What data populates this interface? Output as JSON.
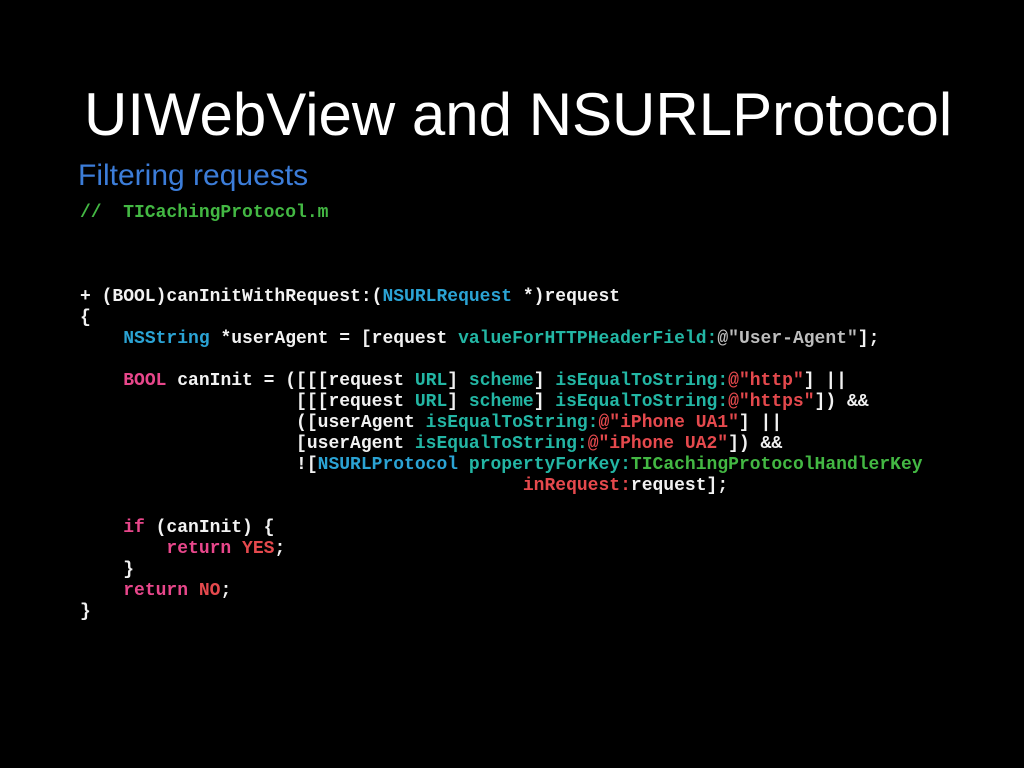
{
  "title": "UIWebView and NSURLProtocol",
  "subtitle": "Filtering requests",
  "colors": {
    "background": "#000000",
    "title": "#ffffff",
    "subtitle": "#3c7dd9",
    "comment": "#43b843",
    "classname": "#2ba3d4",
    "method": "#23b6a4",
    "string": "#e5494d",
    "keyword": "#e8478b",
    "constant": "#43b843",
    "plain": "#f2f2f2",
    "muted": "#bdbdbd"
  },
  "code": {
    "language": "objective-c",
    "filename_comment": "//  TICachingProtocol.m",
    "lines": [
      [
        [
          "comment",
          "//  TICachingProtocol.m"
        ]
      ],
      [],
      [],
      [],
      [
        [
          "plain",
          "+ (BOOL)canInitWithRequest:("
        ],
        [
          "classname",
          "NSURLRequest"
        ],
        [
          "plain",
          " *)request"
        ]
      ],
      [
        [
          "plain",
          "{"
        ]
      ],
      [
        [
          "plain",
          "    "
        ],
        [
          "classname",
          "NSString"
        ],
        [
          "plain",
          " *userAgent = [request "
        ],
        [
          "method",
          "valueForHTTPHeaderField:"
        ],
        [
          "muted",
          "@\"User-Agent\""
        ],
        [
          "plain",
          "];"
        ]
      ],
      [],
      [
        [
          "plain",
          "    "
        ],
        [
          "keyword",
          "BOOL"
        ],
        [
          "plain",
          " canInit = ([[[request "
        ],
        [
          "method",
          "URL"
        ],
        [
          "plain",
          "] "
        ],
        [
          "method",
          "scheme"
        ],
        [
          "plain",
          "] "
        ],
        [
          "method",
          "isEqualToString:"
        ],
        [
          "string",
          "@\"http\""
        ],
        [
          "plain",
          "] ||"
        ]
      ],
      [
        [
          "plain",
          "                    [[[request "
        ],
        [
          "method",
          "URL"
        ],
        [
          "plain",
          "] "
        ],
        [
          "method",
          "scheme"
        ],
        [
          "plain",
          "] "
        ],
        [
          "method",
          "isEqualToString:"
        ],
        [
          "string",
          "@\"https\""
        ],
        [
          "plain",
          "]) &&"
        ]
      ],
      [
        [
          "plain",
          "                    ([userAgent "
        ],
        [
          "method",
          "isEqualToString:"
        ],
        [
          "string",
          "@\"iPhone UA1\""
        ],
        [
          "plain",
          "] ||"
        ]
      ],
      [
        [
          "plain",
          "                    [userAgent "
        ],
        [
          "method",
          "isEqualToString:"
        ],
        [
          "string",
          "@\"iPhone UA2\""
        ],
        [
          "plain",
          "]) &&"
        ]
      ],
      [
        [
          "plain",
          "                    !["
        ],
        [
          "classname",
          "NSURLProtocol"
        ],
        [
          "plain",
          " "
        ],
        [
          "method",
          "propertyForKey:"
        ],
        [
          "constant",
          "TICachingProtocolHandlerKey"
        ]
      ],
      [
        [
          "plain",
          "                                         "
        ],
        [
          "string",
          "inRequest:"
        ],
        [
          "plain",
          "request];"
        ]
      ],
      [],
      [
        [
          "plain",
          "    "
        ],
        [
          "keyword",
          "if"
        ],
        [
          "plain",
          " (canInit) {"
        ]
      ],
      [
        [
          "plain",
          "        "
        ],
        [
          "keyword",
          "return"
        ],
        [
          "plain",
          " "
        ],
        [
          "string",
          "YES"
        ],
        [
          "plain",
          ";"
        ]
      ],
      [
        [
          "plain",
          "    }"
        ]
      ],
      [
        [
          "plain",
          "    "
        ],
        [
          "keyword",
          "return"
        ],
        [
          "plain",
          " "
        ],
        [
          "string",
          "NO"
        ],
        [
          "plain",
          ";"
        ]
      ],
      [
        [
          "plain",
          "}"
        ]
      ]
    ]
  }
}
